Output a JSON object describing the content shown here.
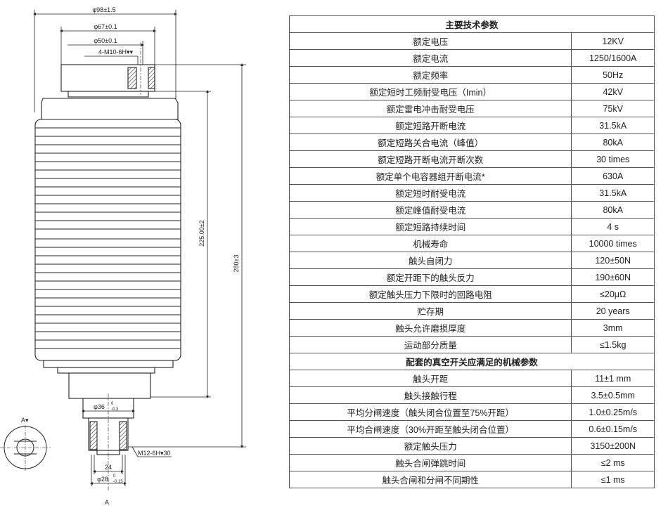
{
  "drawing": {
    "dims": {
      "outer_diameter": "φ98±1.5",
      "flange_diameter": "φ67±0.1",
      "bolt_circle": "φ50±0.1",
      "thread_top": "4-M10-6H▾▾",
      "length_inner": "225.00±2",
      "length_total": "280±3",
      "rod_diameter": "φ36",
      "rod_tol_upper": "0",
      "rod_tol_lower": "-0.3",
      "thread_bottom": "M12-6H▾30",
      "flat_width": "24",
      "end_diameter": "φ28",
      "end_tol_upper": "0",
      "end_tol_lower": "-0.15",
      "section_label_top": "A▾",
      "section_label_bottom": "A"
    }
  },
  "table": {
    "section1_title": "主要技术参数",
    "section2_title": "配套的真空开关应满足的机械参数",
    "rows1": [
      {
        "label": "额定电压",
        "value": "12KV"
      },
      {
        "label": "额定电流",
        "value": "1250/1600A"
      },
      {
        "label": "额定频率",
        "value": "50Hz"
      },
      {
        "label": "额定短时工频耐受电压（Imin）",
        "value": "42kV"
      },
      {
        "label": "额定雷电冲击耐受电压",
        "value": "75kV"
      },
      {
        "label": "额定短路开断电流",
        "value": "31.5kA"
      },
      {
        "label": "额定短路关合电流（峰值）",
        "value": "80kA"
      },
      {
        "label": "额定短路开断电流开断次数",
        "value": "30 times"
      },
      {
        "label": "额定单个电容器组开断电流*",
        "value": "630A"
      },
      {
        "label": "额定短时耐受电流",
        "value": "31.5kA"
      },
      {
        "label": "额定峰值耐受电流",
        "value": "80kA"
      },
      {
        "label": "额定短路持续时间",
        "value": "4 s"
      },
      {
        "label": "机械寿命",
        "value": "10000 times"
      },
      {
        "label": "触头自闭力",
        "value": "120±50N"
      },
      {
        "label": "额定开距下的触头反力",
        "value": "190±60N"
      },
      {
        "label": "额定触头压力下限时的回路电阻",
        "value": "≤20μΩ"
      },
      {
        "label": "贮存期",
        "value": "20 years"
      },
      {
        "label": "触头允许磨损厚度",
        "value": "3mm"
      },
      {
        "label": "运动部分质量",
        "value": "≤1.5kg"
      }
    ],
    "rows2": [
      {
        "label": "触头开距",
        "value": "11±1 mm"
      },
      {
        "label": "触头接触行程",
        "value": "3.5±0.5mm"
      },
      {
        "label": "平均分闸速度（触头闭合位置至75%开距）",
        "value": "1.0±0.25m/s"
      },
      {
        "label": "平均合闸速度（30%开距至触头闭合位置）",
        "value": "0.6±0.15m/s"
      },
      {
        "label": "额定触头压力",
        "value": "3150±200N"
      },
      {
        "label": "触头合闸弹跳时间",
        "value": "≤2 ms"
      },
      {
        "label": "触头合闸和分闸不同期性",
        "value": "≤1 ms"
      }
    ]
  },
  "colors": {
    "line": "#222222",
    "hatch": "#333333",
    "border": "#555555"
  }
}
